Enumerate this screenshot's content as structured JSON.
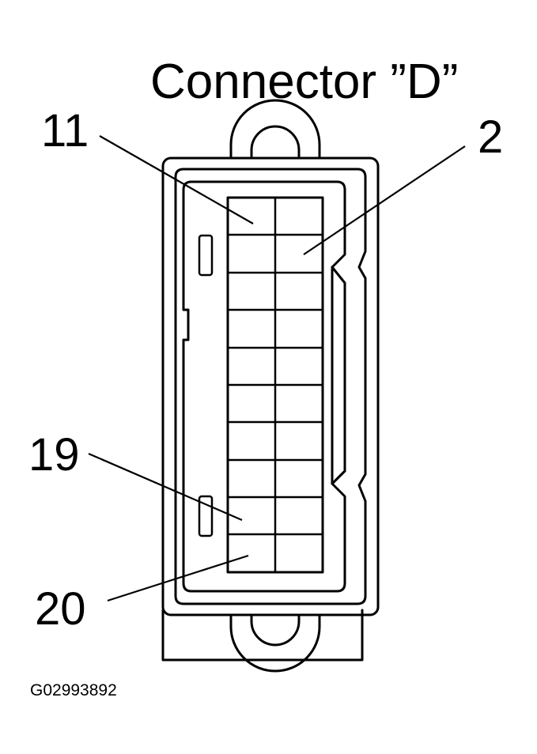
{
  "title": "Connector ”D”",
  "figure_code": "G02993892",
  "pins": {
    "top_left": "11",
    "top_right": "2",
    "lower_left": "19",
    "bottom_left": "20"
  },
  "colors": {
    "line": "#000000",
    "background": "#ffffff"
  }
}
